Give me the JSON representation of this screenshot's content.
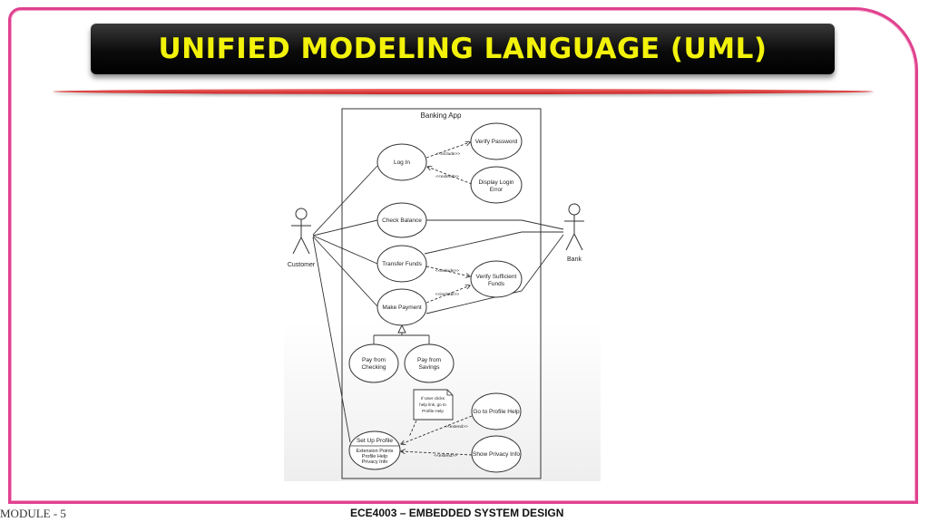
{
  "slide": {
    "title": "UNIFIED MODELING LANGUAGE (UML)",
    "footer_left": "MODULE - 5",
    "footer_center": "ECE4003 – EMBEDDED SYSTEM DESIGN"
  },
  "diagram": {
    "system_name": "Banking App",
    "actors": {
      "customer": "Customer",
      "bank": "Bank"
    },
    "use_cases": {
      "log_in": "Log In",
      "verify_password": "Verify Password",
      "display_login_error_1": "Display Login",
      "display_login_error_2": "Error",
      "check_balance": "Check Balance",
      "transfer_funds": "Transfer Funds",
      "verify_funds_1": "Verify Sufficient",
      "verify_funds_2": "Funds",
      "make_payment": "Make Payment",
      "pay_checking_1": "Pay from",
      "pay_checking_2": "Checking",
      "pay_savings_1": "Pay from",
      "pay_savings_2": "Savings",
      "go_profile_help": "Go to Profile Help",
      "show_privacy_info": "Show Privacy Info",
      "set_up_profile": "Set Up Profile",
      "extension_points_1": "Extension Points",
      "extension_points_2": "Profile Help",
      "extension_points_3": "Privacy Info"
    },
    "relationship_labels": {
      "include_1": "<<include>>",
      "extend_1": "<<extend>>",
      "include_2": "<<include>>",
      "include_3": "<<include>>",
      "extend_2": "<<extend>>",
      "extend_3": "<<extend>>"
    },
    "note": {
      "line1": "If User clicks",
      "line2": "help link, go to",
      "line3": "Profile Help"
    }
  }
}
